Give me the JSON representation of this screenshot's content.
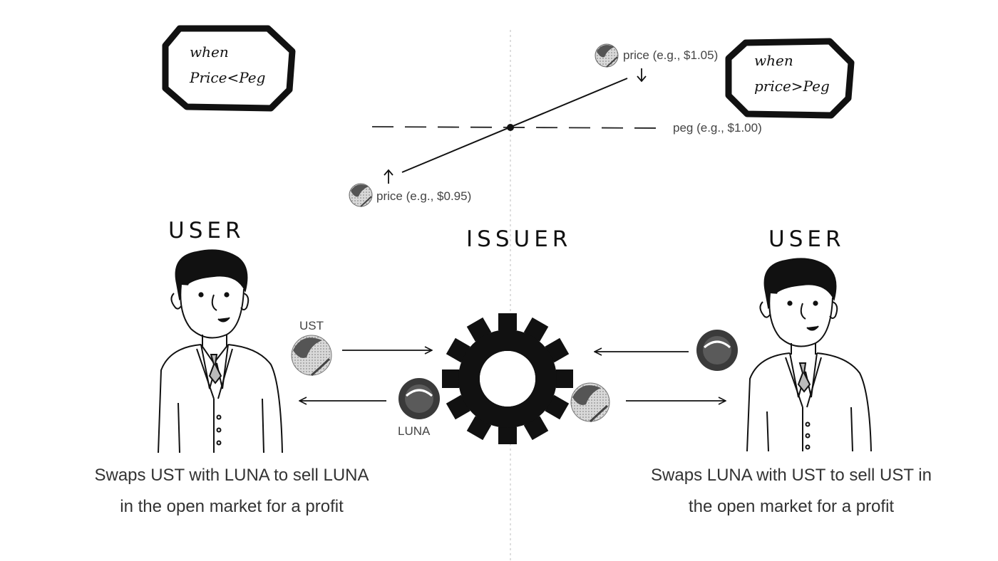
{
  "signs": {
    "left": [
      "when",
      "Price<Peg"
    ],
    "right": [
      "when",
      "price>Peg"
    ]
  },
  "chart_labels": {
    "price_high": "price (e.g., $1.05)",
    "price_low": "price (e.g., $0.95)",
    "peg": "peg (e.g., $1.00)"
  },
  "roles": {
    "user_left": "USER",
    "issuer": "ISSUER",
    "user_right": "USER"
  },
  "tokens": {
    "ust": "UST",
    "luna": "LUNA"
  },
  "captions": {
    "left": [
      "Swaps UST with LUNA to sell LUNA",
      "in the open market for a profit"
    ],
    "right": [
      "Swaps LUNA with UST to sell UST in",
      "the open market for a profit"
    ]
  },
  "colors": {
    "ink": "#111111",
    "ust_dark": "#555555",
    "ust_light": "#bdbdbd",
    "luna_dark": "#3a3a3a"
  }
}
